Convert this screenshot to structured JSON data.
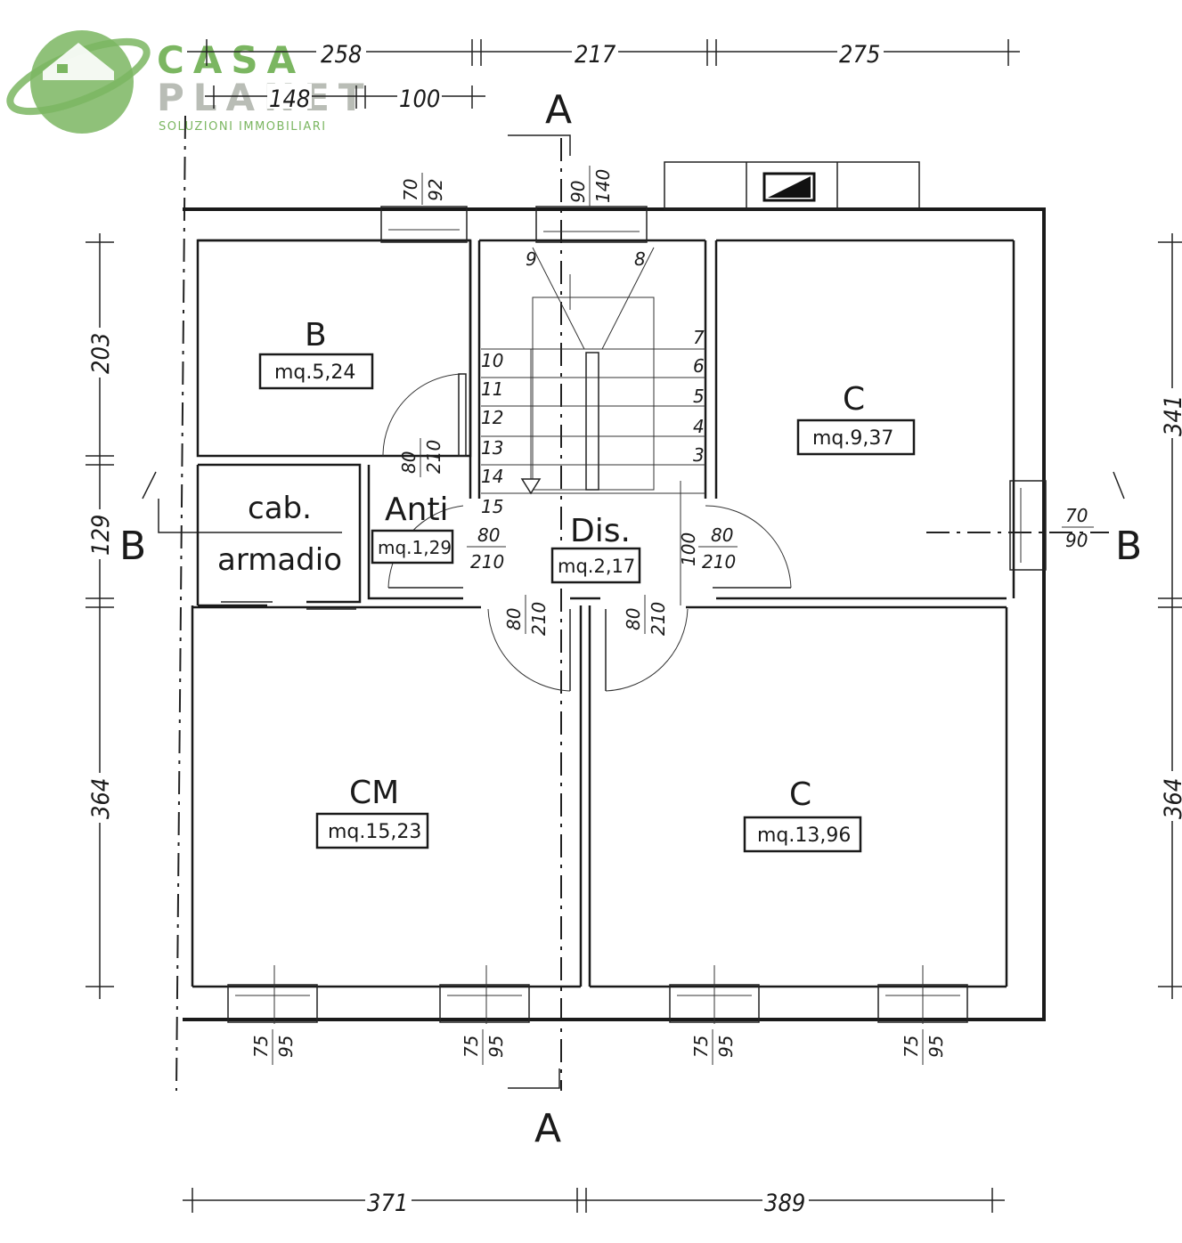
{
  "logo": {
    "line1": "CASA",
    "line2": "PLANET",
    "tagline": "SOLUZIONI IMMOBILIARI",
    "colors": {
      "green": "#7bb661",
      "gray": "#b9bdb6"
    }
  },
  "dims_top": [
    "258",
    "217",
    "275"
  ],
  "dims_top2": [
    "148",
    "100"
  ],
  "dims_bottom": [
    "371",
    "389"
  ],
  "dims_left": [
    "203",
    "129",
    "364"
  ],
  "dims_right": [
    "341",
    "364"
  ],
  "section_labels": {
    "a_top": "A",
    "a_bottom": "A",
    "b_left": "B",
    "b_right": "B"
  },
  "rooms": {
    "b": {
      "label": "B",
      "area": "mq.5,24"
    },
    "c_top": {
      "label": "C",
      "area": "mq.9,37"
    },
    "cab_line1": "cab.",
    "cab_line2": "armadio",
    "anti": {
      "label": "Anti",
      "area": "mq.1,29"
    },
    "dis": {
      "label": "Dis.",
      "area": "mq.2,17"
    },
    "cm": {
      "label": "CM",
      "area": "mq.15,23"
    },
    "c_bottom": {
      "label": "C",
      "area": "mq.13,96"
    }
  },
  "openings": {
    "win_b": [
      "70",
      "92"
    ],
    "win_stair": [
      "90",
      "140"
    ],
    "win_c_right": [
      "70",
      "90"
    ],
    "win_bottom": [
      [
        "75",
        "95"
      ],
      [
        "75",
        "95"
      ],
      [
        "75",
        "95"
      ],
      [
        "75",
        "95"
      ]
    ],
    "door_b": [
      "80",
      "210"
    ],
    "door_anti": [
      "80",
      "210"
    ],
    "door_c_top": [
      "80",
      "210"
    ],
    "door_cm": [
      "80",
      "210"
    ],
    "door_c_bottom": [
      "80",
      "210"
    ],
    "stair_width": "100"
  },
  "stair_numbers": {
    "left": [
      "10",
      "11",
      "12",
      "13",
      "14",
      "15"
    ],
    "right": [
      "7",
      "6",
      "5",
      "4",
      "3"
    ],
    "top": [
      "9",
      "8"
    ]
  }
}
